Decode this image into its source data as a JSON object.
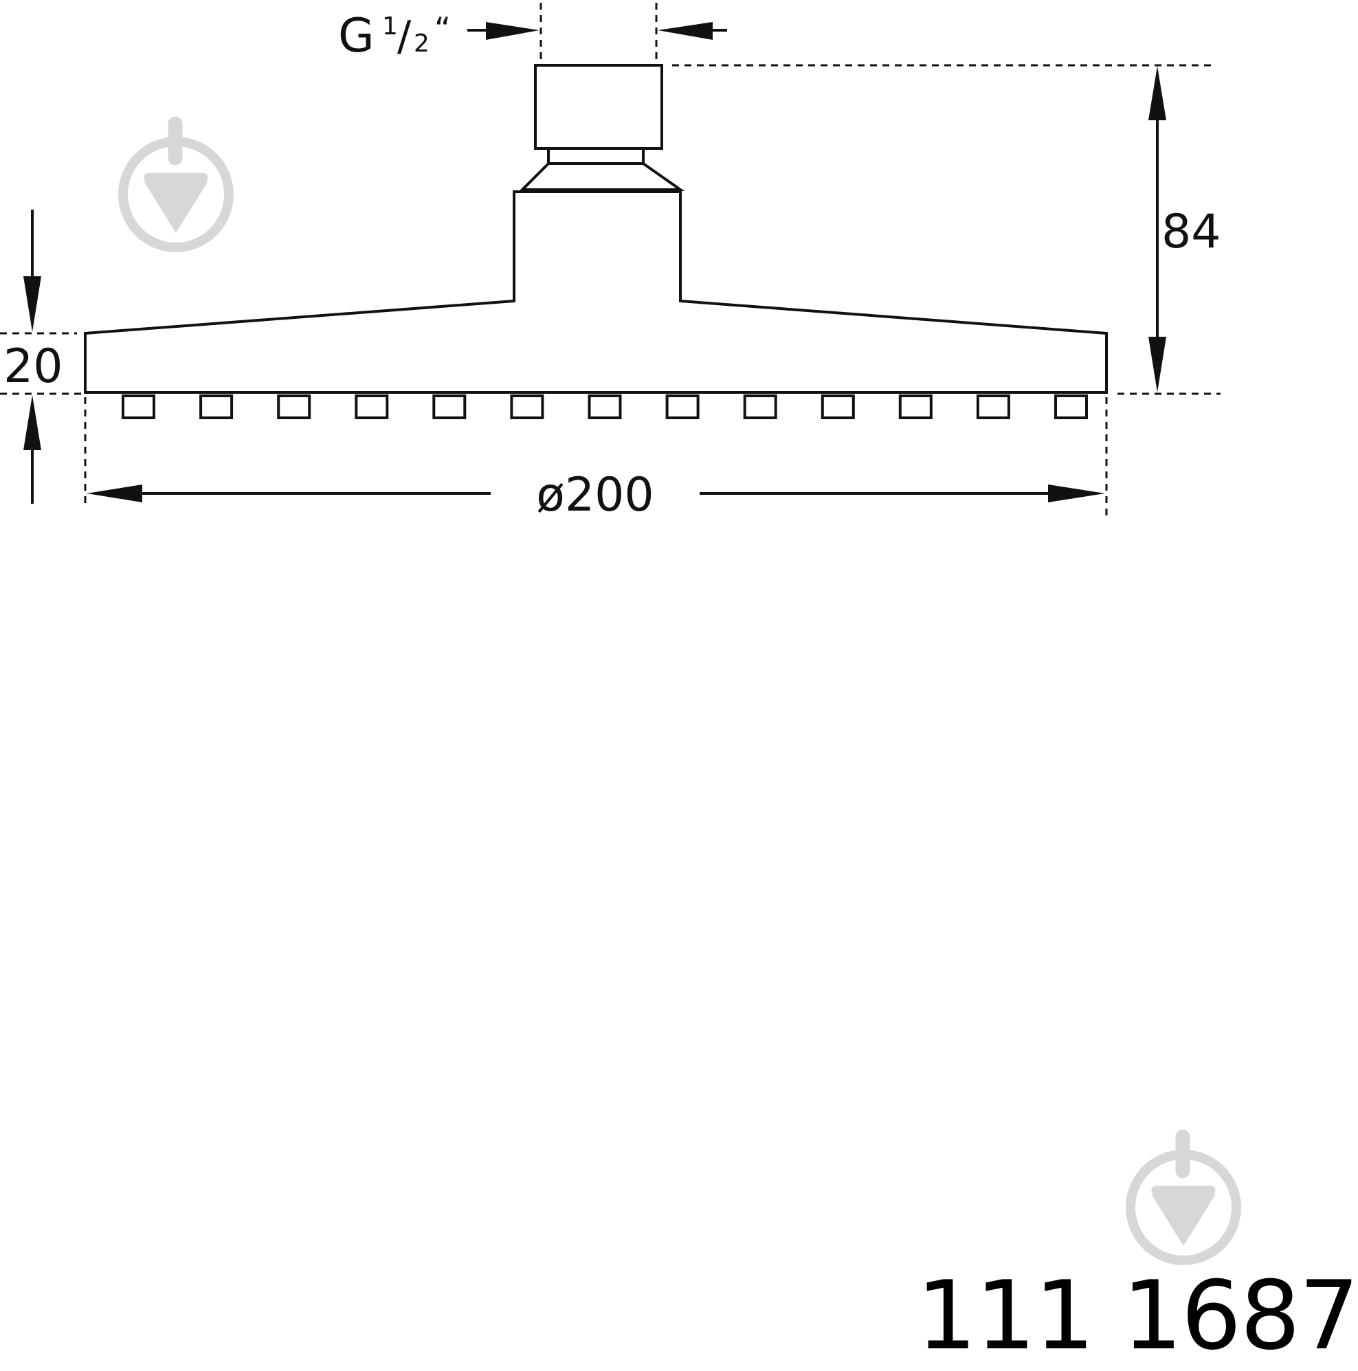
{
  "drawing": {
    "thread_label_main": "G",
    "thread_label_numerator": "1",
    "thread_label_slash": "/",
    "thread_label_denominator": "2",
    "thread_label_quote": "“",
    "dimension_height": "84",
    "dimension_plate_thickness": "20",
    "dimension_diameter": "ø200",
    "nozzle_count": 13
  },
  "article_number": "111 1687",
  "watermark_icon": "shower-drop-logo",
  "colors": {
    "line": "#111111",
    "watermark": "#d7d7d7"
  }
}
